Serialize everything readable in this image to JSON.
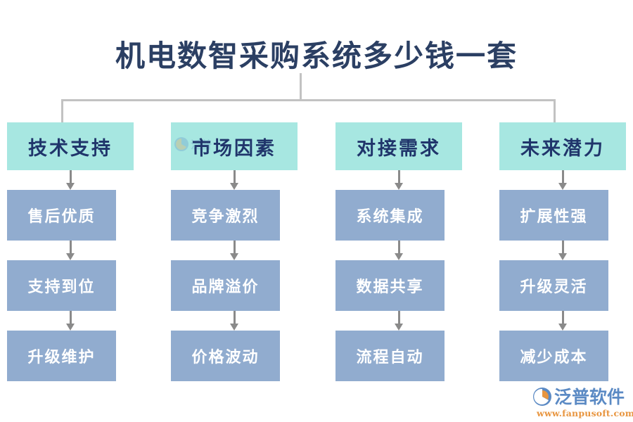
{
  "title": "机电数智采购系统多少钱一套",
  "colors": {
    "title_text": "#2b3f63",
    "header_box_bg": "#a7e7e1",
    "header_box_text": "#20356b",
    "item_box_bg": "#91accf",
    "item_box_text": "#ffffff",
    "connector": "#c2c2c2",
    "arrow": "#8a8a8a",
    "logo_text": "#5b8ac4",
    "logo_url": "#e8953f",
    "background": "#ffffff"
  },
  "columns": [
    {
      "header": "技术支持",
      "items": [
        "售后优质",
        "支持到位",
        "升级维护"
      ]
    },
    {
      "header": "市场因素",
      "items": [
        "竞争激烈",
        "品牌溢价",
        "价格波动"
      ]
    },
    {
      "header": "对接需求",
      "items": [
        "系统集成",
        "数据共享",
        "流程自动"
      ]
    },
    {
      "header": "未来潜力",
      "items": [
        "扩展性强",
        "升级灵活",
        "减少成本"
      ]
    }
  ],
  "logo": {
    "name": "泛普软件",
    "url": "www.fanpusoft.com"
  }
}
